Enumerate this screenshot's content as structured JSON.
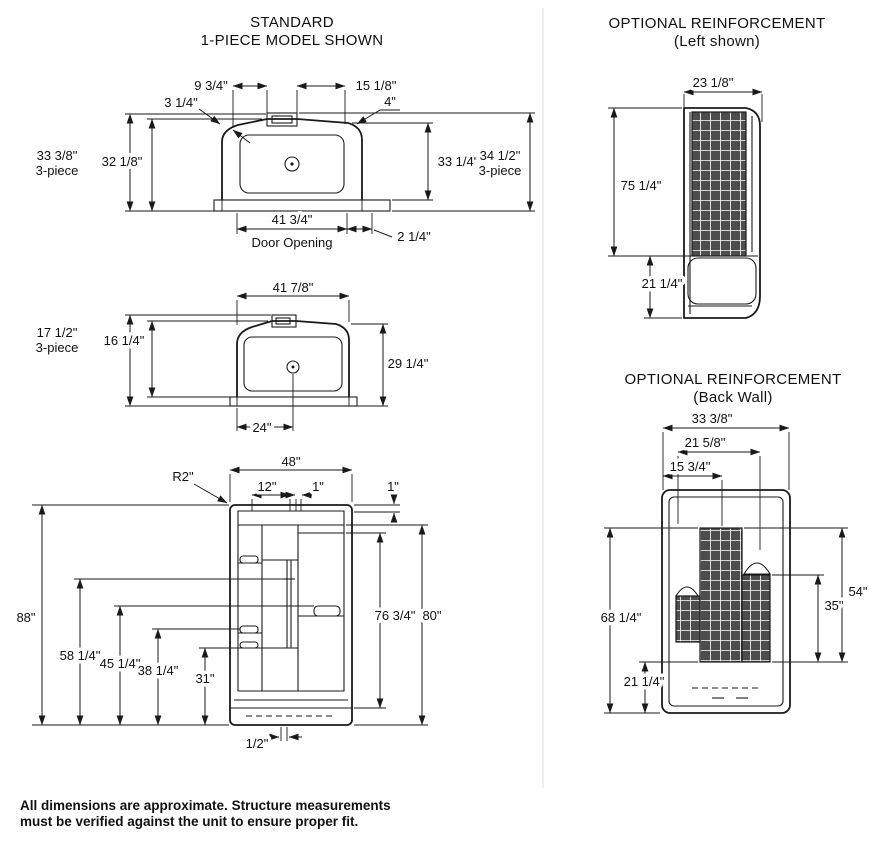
{
  "titles": {
    "standard_line1": "STANDARD",
    "standard_line2": "1-PIECE MODEL SHOWN",
    "reinf_left_line1": "OPTIONAL REINFORCEMENT",
    "reinf_left_line2": "(Left shown)",
    "reinf_back_line1": "OPTIONAL REINFORCEMENT",
    "reinf_back_line2": "(Back Wall)"
  },
  "plan_large": {
    "dim_top_left": "9 3/4\"",
    "dim_top_right": "15 1/8\"",
    "dim_corner_left": "3 1/4\"",
    "dim_corner_right": "4\"",
    "dim_left_outer": "33 3/8\"",
    "left_outer_note": "3-piece",
    "dim_left_inner": "32 1/8\"",
    "dim_right_inner": "33 1/4\"",
    "dim_right_outer": "34 1/2\"",
    "right_outer_note": "3-piece",
    "dim_door": "41 3/4\"",
    "door_label": "Door Opening",
    "dim_offset": "2 1/4\""
  },
  "plan_small": {
    "dim_top": "41 7/8\"",
    "dim_left_outer": "17 1/2\"",
    "left_outer_note": "3-piece",
    "dim_left_inner": "16 1/4\"",
    "dim_right": "29 1/4\"",
    "dim_bottom": "24\""
  },
  "front": {
    "dim_radius": "R2\"",
    "dim_width": "48\"",
    "dim_12": "12\"",
    "dim_1_left": "1\"",
    "dim_1_right": "1\"",
    "dim_88": "88\"",
    "dim_58": "58 1/4\"",
    "dim_45": "45 1/4\"",
    "dim_38": "38 1/4\"",
    "dim_31": "31\"",
    "dim_76": "76 3/4\"",
    "dim_80": "80\"",
    "dim_half": "1/2\""
  },
  "side": {
    "dim_width": "23 1/8\"",
    "dim_75": "75 1/4\"",
    "dim_21": "21 1/4\""
  },
  "back": {
    "dim_33": "33 3/8\"",
    "dim_21_5": "21 5/8\"",
    "dim_15": "15 3/4\"",
    "dim_68": "68 1/4\"",
    "dim_54": "54\"",
    "dim_35": "35\"",
    "dim_21_25": "21 1/4\""
  },
  "footnote": {
    "line1": "All dimensions are approximate. Structure measurements",
    "line2": "must be verified against the unit to ensure proper fit."
  }
}
